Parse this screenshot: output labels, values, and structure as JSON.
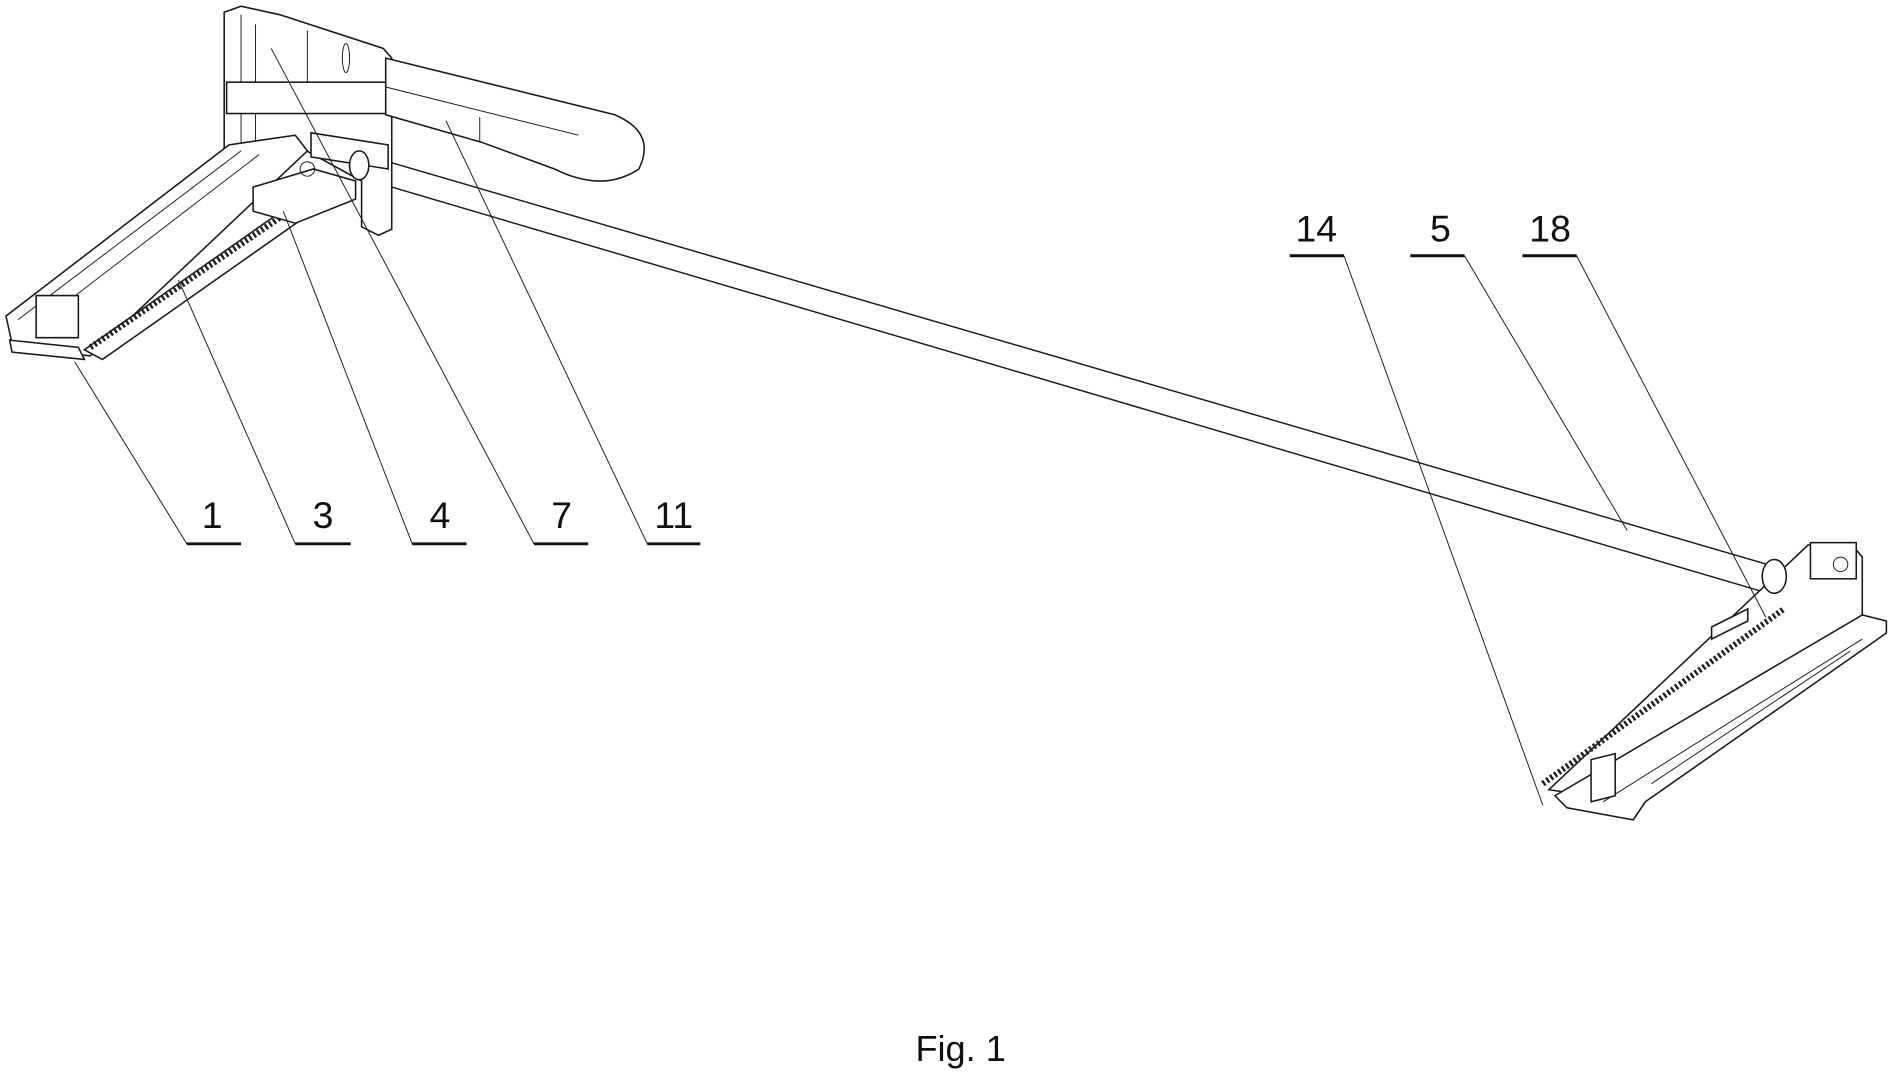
{
  "figure": {
    "caption": "Fig. 1",
    "reference_numerals": {
      "left_group": [
        "1",
        "3",
        "4",
        "7",
        "11"
      ],
      "right_group": [
        "14",
        "5",
        "18"
      ]
    }
  }
}
